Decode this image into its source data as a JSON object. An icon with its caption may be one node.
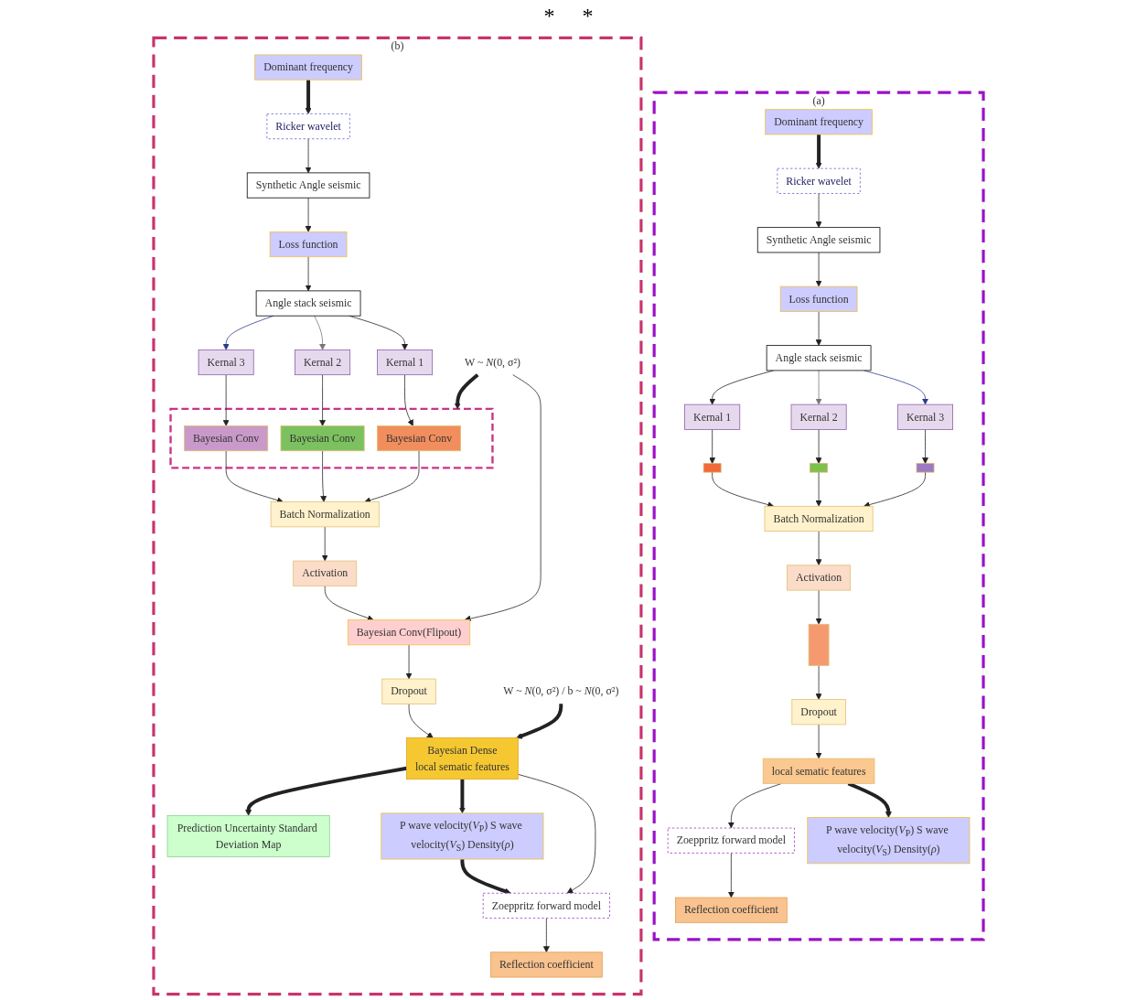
{
  "diagram": {
    "nodes": [
      {
        "text": [
          "(a)"
        ]
      },
      {
        "text": [
          "Angle stack seismic"
        ],
        "in": 0
      },
      {
        "text": [
          "Kernal 1"
        ],
        "in": 0
      },
      {
        "text": [
          "Kernal 2"
        ],
        "in": 0
      },
      {
        "text": [
          "Kernal 3"
        ],
        "in": 0
      },
      {
        "text": [],
        "shape": "box",
        "in": 0
      },
      {
        "text": [],
        "shape": "box",
        "in": 0
      },
      {
        "text": [],
        "shape": "box",
        "in": 0
      },
      {
        "text": [
          "Batch Normalization"
        ],
        "in": 0
      },
      {
        "text": [
          "Activation"
        ],
        "in": 0
      },
      {
        "text": [],
        "shape": "bar",
        "in": 0
      },
      {
        "text": [
          "Dropout"
        ],
        "in": 0
      },
      {
        "text": [
          "local sematic features"
        ],
        "in": 0
      },
      {
        "text": [
          "Zoeppritz forward model"
        ],
        "in": 0
      },
      {
        "text": [
          "Reflection coefficient"
        ],
        "in": 0
      },
      {
        "text": [
          "Dominant frequency"
        ],
        "in": 0
      },
      {
        "text": [
          "Ricker wavelet"
        ],
        "in": 0
      },
      {
        "text": [
          "Synthetic Angle seismic"
        ],
        "in": 0
      },
      {
        "text": [
          "Loss function"
        ],
        "in": 0
      },
      {
        "text": [
          "P wave velocity(*V*$_{P}$) S wave velocity(*V*$_{S}$) Density(*ρ*)"
        ],
        "in": 0
      },
      {
        "text": [
          "(b)"
        ]
      },
      {
        "text": [
          "Angle stack seismic"
        ],
        "in": 20
      },
      {
        "text": [
          "Kernal 1"
        ],
        "in": 20
      },
      {
        "text": [
          "Kernal 2"
        ],
        "in": 20
      },
      {
        "text": [
          "Kernal 3"
        ],
        "in": 20
      },
      {
        "text": [],
        "shape": "box",
        "in": 20
      },
      {
        "text": [
          "Bayesian Conv"
        ],
        "in": 25
      },
      {
        "text": [
          "Bayesian Conv"
        ],
        "in": 25
      },
      {
        "text": [
          "Bayesian Conv"
        ],
        "in": 25
      },
      {
        "text": [
          "Batch Normalization"
        ],
        "in": 20
      },
      {
        "text": [
          "Activation"
        ],
        "in": 20
      },
      {
        "text": [
          "Bayesian Conv(Flipout)"
        ],
        "in": 20
      },
      {
        "text": [
          "Dropout"
        ],
        "in": 20
      },
      {
        "text": [
          "Bayesian Dense",
          "local sematic features"
        ],
        "in": 20
      },
      {
        "text": [
          "Zoeppritz forward model"
        ],
        "in": 20
      },
      {
        "text": [
          "Reflection coefficient"
        ],
        "in": 20
      },
      {
        "text": [
          "Dominant frequency"
        ],
        "in": 20
      },
      {
        "text": [
          "Ricker wavelet"
        ],
        "in": 20
      },
      {
        "text": [
          "Synthetic Angle seismic"
        ],
        "in": 20
      },
      {
        "text": [
          "Loss function"
        ],
        "in": 20
      },
      {
        "text": [
          "P wave velocity(*V*$_{P}$) S wave velocity(*V*$_{S}$) Density(*ρ*)"
        ],
        "in": 20
      },
      {
        "text": [
          "Prediction Uncertainty Standard Deviation Map"
        ],
        "in": 20
      },
      {
        "text": [
          "W ~ *N*(0, σ²) / b ~ *N*(0, σ²)"
        ],
        "in": 20
      },
      {
        "text": [
          "W ~ *N*(0, σ²)"
        ],
        "in": 20
      }
    ],
    "edges": [
      {
        "from": 1,
        "to": 2,
        "arrow": "to"
      },
      {
        "from": 1,
        "to": 3,
        "arrow": "to",
        "color": "#777777"
      },
      {
        "from": 1,
        "to": 4,
        "arrow": "to",
        "color": "#2b3a8c"
      },
      {
        "from": 2,
        "to": 5,
        "arrow": "to"
      },
      {
        "from": 3,
        "to": 6,
        "arrow": "to"
      },
      {
        "from": 4,
        "to": 7,
        "arrow": "to"
      },
      {
        "from": 5,
        "to": 8,
        "arrow": "to"
      },
      {
        "from": 6,
        "to": 8,
        "arrow": "to"
      },
      {
        "from": 7,
        "to": 8,
        "arrow": "to"
      },
      {
        "from": 8,
        "to": 9,
        "arrow": "to"
      },
      {
        "from": 9,
        "to": 10,
        "arrow": "to"
      },
      {
        "from": 10,
        "to": 11,
        "arrow": "to"
      },
      {
        "from": 11,
        "to": 12,
        "arrow": "to"
      },
      {
        "from": 12,
        "to": 13,
        "arrow": "to"
      },
      {
        "from": 12,
        "to": 19,
        "arrow": "to",
        "style": "thick"
      },
      {
        "from": 13,
        "to": 14,
        "arrow": "to"
      },
      {
        "from": 15,
        "to": 16,
        "arrow": "to",
        "style": "thick"
      },
      {
        "from": 16,
        "to": 17,
        "arrow": "to"
      },
      {
        "from": 17,
        "to": 18,
        "arrow": "to"
      },
      {
        "from": 18,
        "to": 1,
        "arrow": "to"
      },
      {
        "from": 21,
        "to": 22,
        "arrow": "to"
      },
      {
        "from": 21,
        "to": 23,
        "arrow": "to",
        "color": "#777777"
      },
      {
        "from": 21,
        "to": 24,
        "arrow": "to",
        "color": "#2b3a8c"
      },
      {
        "from": 22,
        "to": 26,
        "arrow": "to"
      },
      {
        "from": 23,
        "to": 27,
        "arrow": "to"
      },
      {
        "from": 24,
        "to": 28,
        "arrow": "to"
      },
      {
        "from": 26,
        "to": 29,
        "arrow": "to"
      },
      {
        "from": 27,
        "to": 29,
        "arrow": "to"
      },
      {
        "from": 28,
        "to": 29,
        "arrow": "to"
      },
      {
        "from": 29,
        "to": 30,
        "arrow": "to"
      },
      {
        "from": 30,
        "to": 31,
        "arrow": "to"
      },
      {
        "from": 31,
        "to": 32,
        "arrow": "to"
      },
      {
        "from": 32,
        "to": 33,
        "arrow": "to"
      },
      {
        "from": 33,
        "to": 34,
        "arrow": "to"
      },
      {
        "from": 33,
        "to": 40,
        "arrow": "to",
        "style": "thick"
      },
      {
        "from": 33,
        "to": 41,
        "arrow": "to",
        "style": "thick"
      },
      {
        "from": 40,
        "to": 34,
        "arrow": "to",
        "style": "thick"
      },
      {
        "from": 34,
        "to": 35,
        "arrow": "to"
      },
      {
        "from": 36,
        "to": 37,
        "arrow": "to",
        "style": "thick"
      },
      {
        "from": 37,
        "to": 38,
        "arrow": "to"
      },
      {
        "from": 38,
        "to": 39,
        "arrow": "to"
      },
      {
        "from": 39,
        "to": 21,
        "arrow": "to"
      },
      {
        "from": 42,
        "to": 33,
        "arrow": "to",
        "style": "thick"
      },
      {
        "from": 43,
        "to": 25,
        "arrow": "to",
        "style": "thick"
      },
      {
        "from": 43,
        "to": 31,
        "arrow": "to"
      }
    ],
    "labels": [
      "*",
      "*"
    ]
  }
}
